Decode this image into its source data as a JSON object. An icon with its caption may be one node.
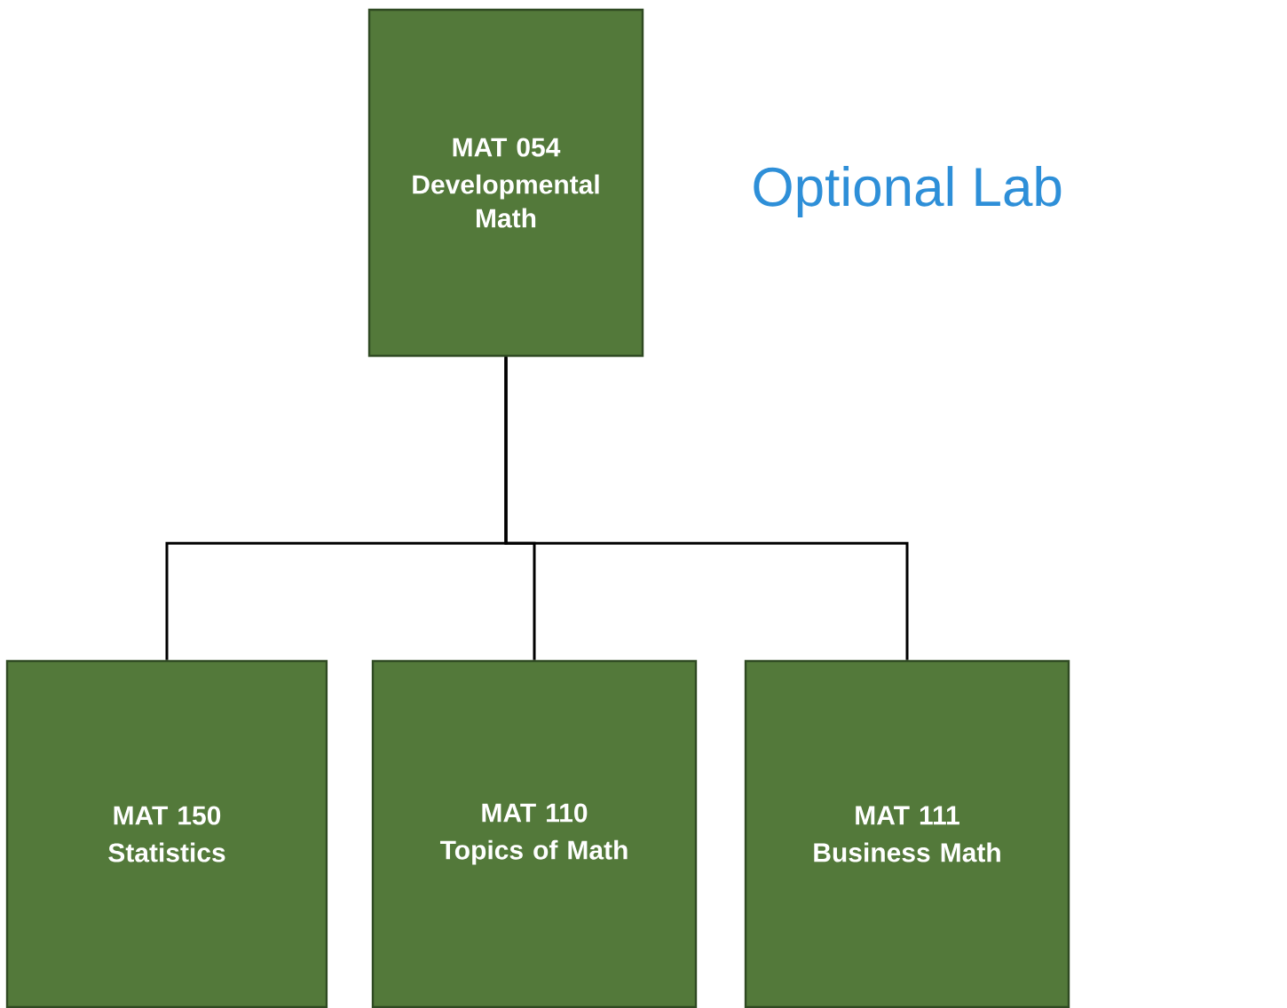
{
  "diagram": {
    "nodes": [
      {
        "text": [
          "MAT 054",
          "Developmental Math"
        ]
      },
      {
        "text": [
          "MAT 150",
          "Statistics"
        ]
      },
      {
        "text": [
          "MAT 110",
          "Topics of Math"
        ]
      },
      {
        "text": [
          "MAT 111",
          "Business Math"
        ]
      }
    ],
    "edges": [
      {
        "from": 0,
        "to": 1,
        "arrow": "none"
      },
      {
        "from": 0,
        "to": 2,
        "arrow": "none"
      },
      {
        "from": 0,
        "to": 3,
        "arrow": "none"
      }
    ],
    "labels": [
      "Optional Lab"
    ]
  }
}
